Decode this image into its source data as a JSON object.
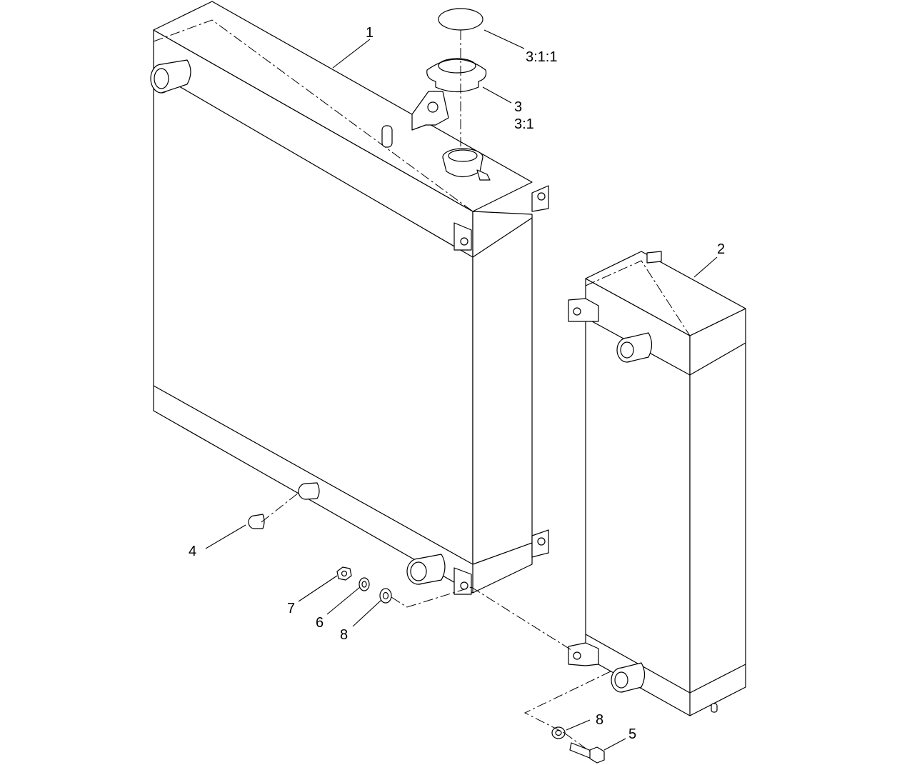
{
  "callouts": {
    "radiator": "1",
    "oil_cooler": "2",
    "cap": "3",
    "cap_assy": "3:1",
    "cap_seal": "3:1:1",
    "plug": "4",
    "bolt": "5",
    "washer_small": "6",
    "nut": "7",
    "washer": "8",
    "washer_lower": "8"
  }
}
